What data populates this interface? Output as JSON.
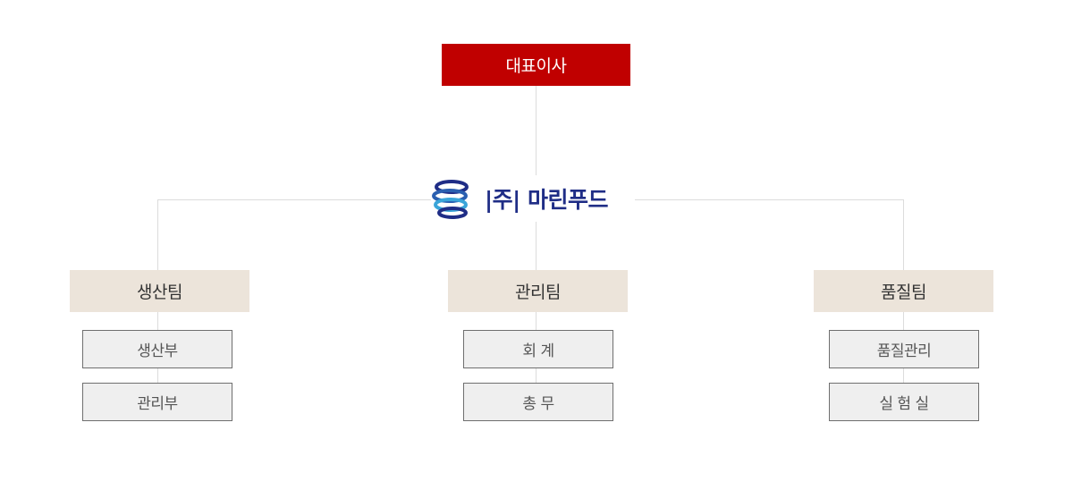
{
  "ceo": {
    "label": "대표이사"
  },
  "company": {
    "name": "|주| 마린푸드"
  },
  "teams": [
    {
      "name": "생산팀",
      "depts": [
        "생산부",
        "관리부"
      ]
    },
    {
      "name": "관리팀",
      "depts": [
        "회 계",
        "총 무"
      ]
    },
    {
      "name": "품질팀",
      "depts": [
        "품질관리",
        "실 험 실"
      ]
    }
  ],
  "colors": {
    "ceo_box": "#c00000",
    "team_box": "#ece4da",
    "dept_box": "#efefef",
    "logo_text": "#1f2d86"
  }
}
